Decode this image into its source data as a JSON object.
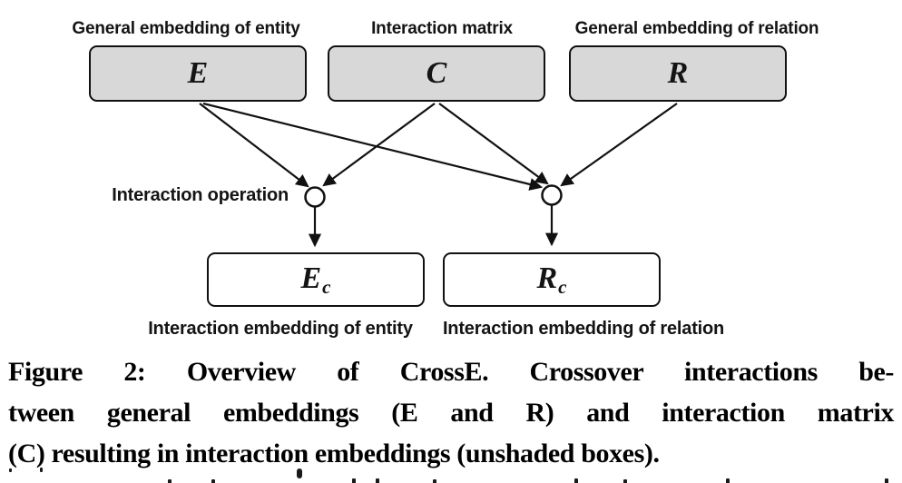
{
  "figure": {
    "caption_lines": [
      "Figure 2: Overview of CrossE. Crossover interactions be-",
      "tween general embeddings (E and R) and interaction matrix",
      "(C) resulting in interaction embeddings (unshaded boxes)."
    ]
  },
  "diagram": {
    "top": [
      {
        "label": "General embedding of entity",
        "symbol": "E"
      },
      {
        "label": "Interaction matrix",
        "symbol": "C"
      },
      {
        "label": "General embedding of relation",
        "symbol": "R"
      }
    ],
    "operation_label": "Interaction operation",
    "bottom": [
      {
        "label": "Interaction embedding of entity",
        "symbol_base": "E",
        "symbol_sub": "c"
      },
      {
        "label": "Interaction embedding of relation",
        "symbol_base": "R",
        "symbol_sub": "c"
      }
    ],
    "colors": {
      "shaded_box_fill": "#d8d8d8",
      "line_color": "#111111"
    }
  }
}
